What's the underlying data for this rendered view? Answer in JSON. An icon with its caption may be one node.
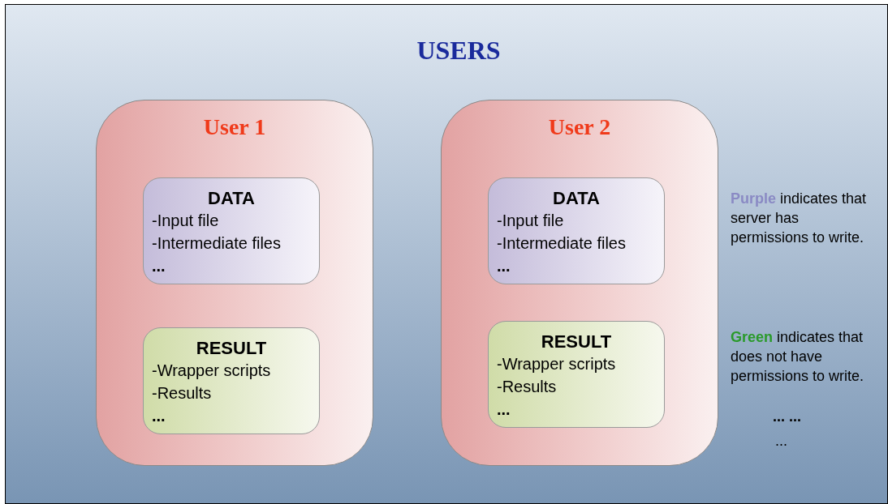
{
  "diagram": {
    "title": "USERS",
    "nodes": [
      {
        "text": [
          "User 1"
        ]
      },
      {
        "text": [
          "DATA",
          "-Input file",
          "-Intermediate files",
          "..."
        ],
        "in": 0
      },
      {
        "text": [
          "RESULT",
          "-Wrapper scripts",
          "-Results",
          "..."
        ],
        "in": 0
      },
      {
        "text": [
          "User 2"
        ]
      },
      {
        "text": [
          "DATA",
          "-Input file",
          "-Intermediate files",
          "..."
        ],
        "in": 3
      },
      {
        "text": [
          "RESULT",
          "-Wrapper scripts",
          "-Results",
          "..."
        ],
        "in": 3
      }
    ],
    "labels": [
      "**Purple** indicates that server has permissions to write.",
      "**Green** indicates that does not have permissions to write.",
      "... ...",
      "..."
    ]
  }
}
